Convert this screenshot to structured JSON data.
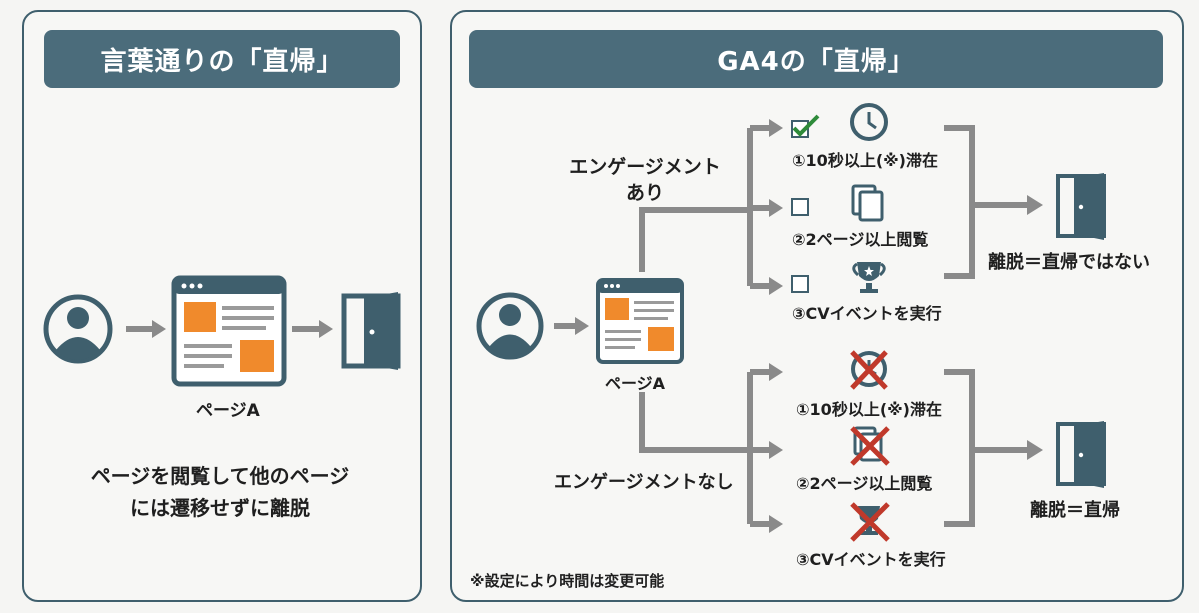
{
  "left_panel": {
    "title": "言葉通りの「直帰」",
    "page_label": "ページA",
    "description_line1": "ページを閲覧して他のページ",
    "description_line2": "には遷移せずに離脱",
    "icons": [
      "user-icon",
      "webpage-icon",
      "exit-door-icon"
    ]
  },
  "right_panel": {
    "title": "GA4の「直帰」",
    "page_label": "ページA",
    "engaged": {
      "label_line1": "エンゲージメント",
      "label_line2": "あり",
      "conditions": [
        {
          "text": "①10秒以上(※)滞在",
          "icon": "clock-icon",
          "checked": true
        },
        {
          "text": "②2ページ以上閲覧",
          "icon": "pages-icon",
          "checked": false
        },
        {
          "text": "③CVイベントを実行",
          "icon": "trophy-icon",
          "checked": false
        }
      ],
      "result": "離脱＝直帰ではない"
    },
    "not_engaged": {
      "label": "エンゲージメントなし",
      "conditions": [
        {
          "text": "①10秒以上(※)滞在",
          "icon": "clock-icon"
        },
        {
          "text": "②2ページ以上閲覧",
          "icon": "pages-icon"
        },
        {
          "text": "③CVイベントを実行",
          "icon": "trophy-icon"
        }
      ],
      "result": "離脱＝直帰"
    },
    "footnote": "※設定により時間は変更可能"
  },
  "colors": {
    "header": "#4b6c7b",
    "border": "#3f5f6d",
    "icon": "#3f5f6d",
    "orange": "#f08a2c",
    "arrow": "#8a8a8a",
    "check": "#2e8b3a",
    "cross": "#c0392b"
  }
}
